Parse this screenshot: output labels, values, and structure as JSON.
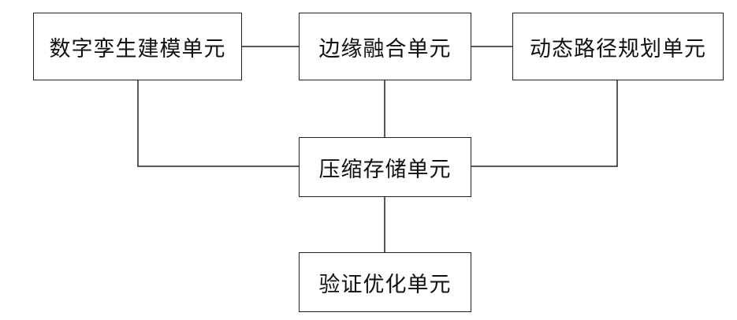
{
  "diagram": {
    "nodes": {
      "digital_twin_modeling": "数字孪生建模单元",
      "edge_fusion": "边缘融合单元",
      "dynamic_path_planning": "动态路径规划单元",
      "compressed_storage": "压缩存储单元",
      "verification_optimization": "验证优化单元"
    },
    "edges": [
      [
        "digital_twin_modeling",
        "edge_fusion"
      ],
      [
        "edge_fusion",
        "dynamic_path_planning"
      ],
      [
        "edge_fusion",
        "compressed_storage"
      ],
      [
        "digital_twin_modeling",
        "compressed_storage"
      ],
      [
        "dynamic_path_planning",
        "compressed_storage"
      ],
      [
        "compressed_storage",
        "verification_optimization"
      ]
    ],
    "line_color": "#222222"
  }
}
